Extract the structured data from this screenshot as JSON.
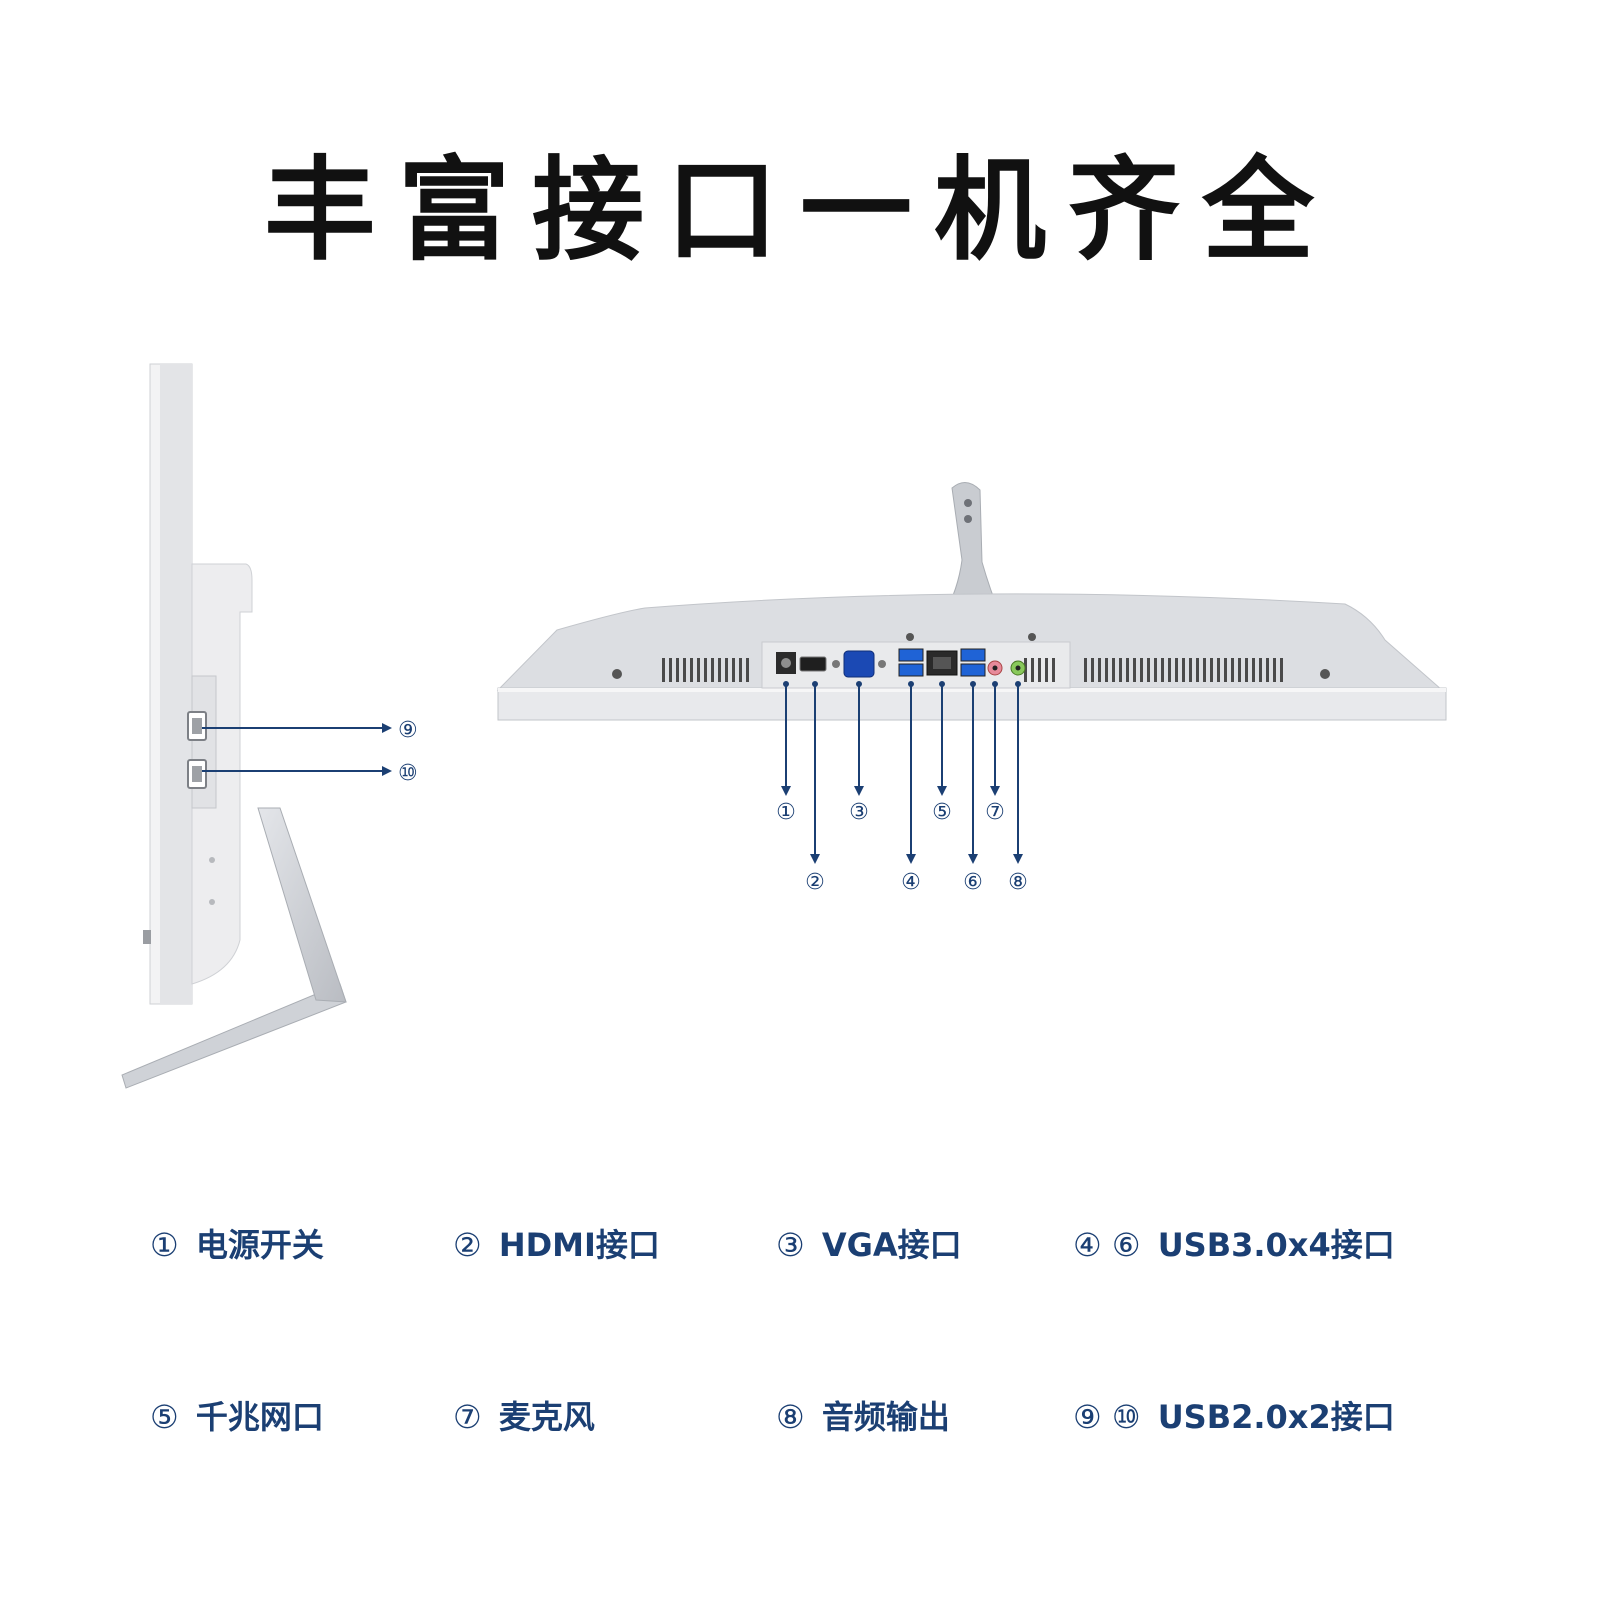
{
  "title": "丰富接口一机齐全",
  "accent_color": "#1b3f73",
  "callouts": {
    "c1": "①",
    "c2": "②",
    "c3": "③",
    "c4": "④",
    "c5": "⑤",
    "c6": "⑥",
    "c7": "⑦",
    "c8": "⑧",
    "c9": "⑨",
    "c10": "⑩"
  },
  "legend": {
    "row1": [
      {
        "nums": "①",
        "text": "电源开关"
      },
      {
        "nums": "②",
        "text": "HDMI接口"
      },
      {
        "nums": "③",
        "text": "VGA接口"
      },
      {
        "nums": "④ ⑥",
        "text": "USB3.0x4接口"
      }
    ],
    "row2": [
      {
        "nums": "⑤",
        "text": "千兆网口"
      },
      {
        "nums": "⑦",
        "text": "麦克风"
      },
      {
        "nums": "⑧",
        "text": "音频输出"
      },
      {
        "nums": "⑨ ⑩",
        "text": "USB2.0x2接口"
      }
    ]
  }
}
